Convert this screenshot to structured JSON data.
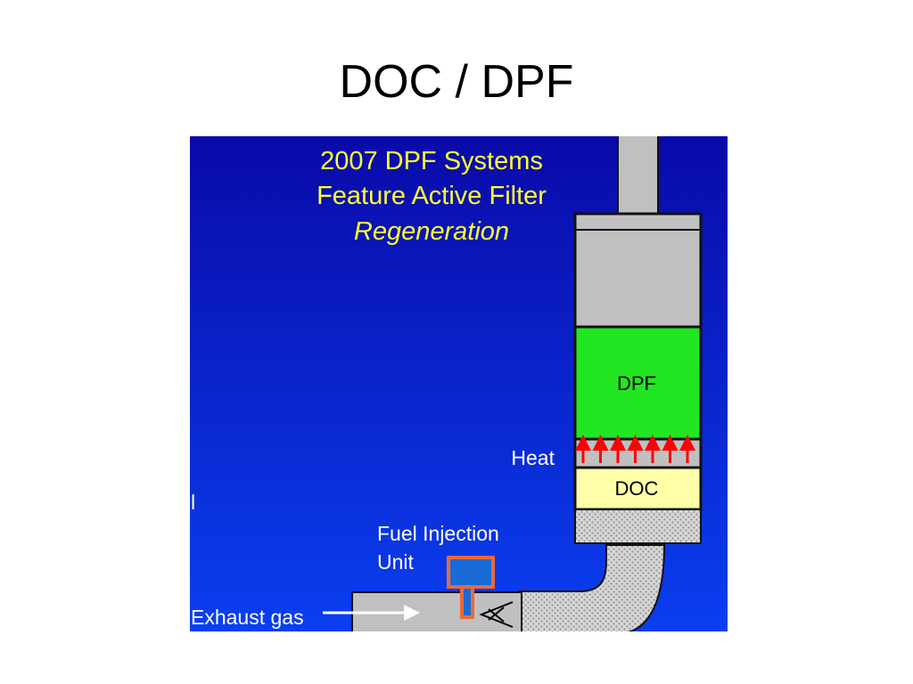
{
  "slide": {
    "title": "DOC / DPF"
  },
  "diagram": {
    "heading": {
      "line1": "2007 DPF Systems",
      "line2": "Feature Active Filter",
      "line3": "Regeneration"
    },
    "labels": {
      "dpf": "DPF",
      "doc": "DOC",
      "heat": "Heat",
      "fuel_injection_line1": "Fuel Injection",
      "fuel_injection_line2": "Unit",
      "exhaust_gas": "Exhaust gas",
      "clipped_fragment": "l"
    },
    "heat_arrow_count": 7,
    "colors": {
      "background_top": "#0a0aa8",
      "background_bottom": "#0a3ff0",
      "heading_text": "#ffff33",
      "pipe": "#c0c0c0",
      "dpf": "#22e622",
      "doc": "#ffffaa",
      "heat_arrow": "#ff0000",
      "injector_outline": "#e96a3a",
      "injector_fill": "#1a6ad8"
    }
  }
}
